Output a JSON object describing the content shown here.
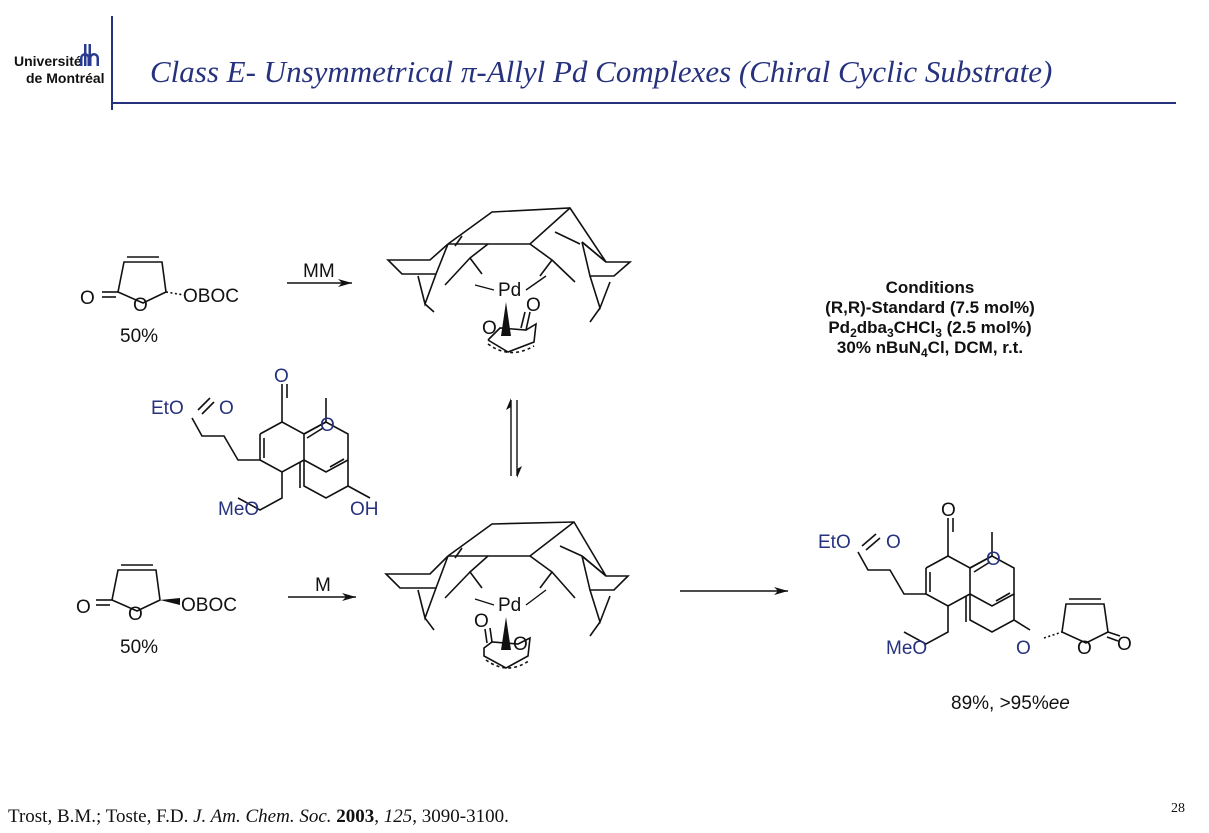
{
  "header": {
    "logo_line1": "Université",
    "logo_line2": "de Montréal",
    "title_prefix": "Class E- Unsymmetrical ",
    "title_pi": "π",
    "title_suffix": "-Allyl Pd Complexes (Chiral Cyclic Substrate)"
  },
  "scheme": {
    "top_substrate": {
      "o_left": "O",
      "o_ring": "O",
      "leaving_group": "OBOC",
      "percent": "50%"
    },
    "bottom_substrate": {
      "o_left": "O",
      "o_ring": "O",
      "leaving_group": "OBOC",
      "percent": "50%"
    },
    "arrow_top_label": "MM",
    "arrow_bottom_label": "M",
    "complex_top": {
      "metal": "Pd",
      "o1": "O",
      "o2": "O"
    },
    "complex_bottom": {
      "metal": "Pd",
      "o1": "O",
      "o2": "O"
    },
    "nucleophile": {
      "eto": "EtO",
      "o_ester": "O",
      "o_lactone_top": "O",
      "o_ring": "O",
      "meo": "MeO",
      "oh": "OH"
    },
    "product": {
      "eto": "EtO",
      "o_ester": "O",
      "o_lactone_top": "O",
      "o_ring": "O",
      "meo": "MeO",
      "o_link": "O",
      "o_furan": "O",
      "o_carbonyl": "O",
      "yield_prefix": "89%, >95%",
      "yield_ee": "ee"
    },
    "conditions": {
      "title": "Conditions",
      "line1": "(R,R)-Standard (7.5 mol%)",
      "line2_a": "Pd",
      "line2_b": "2",
      "line2_c": "dba",
      "line2_d": "3",
      "line2_e": "CHCl",
      "line2_f": "3",
      "line2_g": " (2.5 mol%)",
      "line3_a": "30% nBuN",
      "line3_b": "4",
      "line3_c": "Cl, DCM, r.t."
    }
  },
  "footer": {
    "ref_authors": "Trost, B.M.; Toste, F.D. ",
    "ref_journal": "J. Am. Chem. Soc.",
    "ref_space": " ",
    "ref_year": "2003",
    "ref_comma": ", ",
    "ref_volume": "125",
    "ref_pages": ", 3090-3100.",
    "page_number": "28"
  },
  "colors": {
    "brand_blue": "#27327e",
    "text": "#111111"
  }
}
